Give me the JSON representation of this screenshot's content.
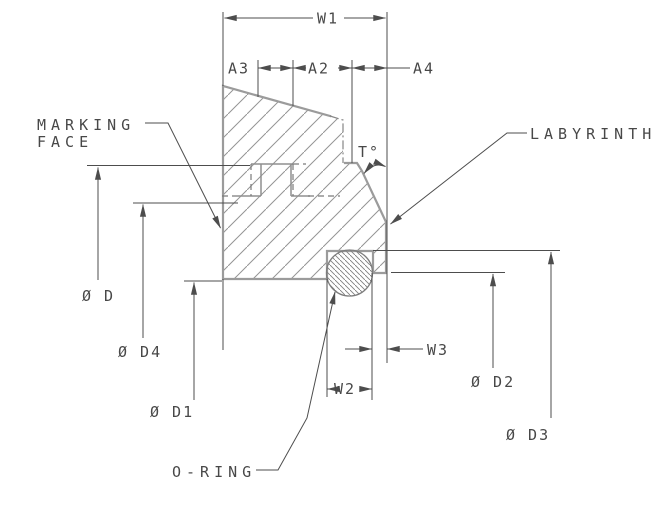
{
  "drawing": {
    "type": "engineering-cross-section",
    "subject": "labyrinth seal with o-ring",
    "colors": {
      "background": "#ffffff",
      "outline": "#9b9b9b",
      "dimension_lines": "#4d4d4d",
      "text": "#484848"
    },
    "labels": {
      "w1": "W1",
      "a3": "A3",
      "a2": "A2",
      "a4": "A4",
      "t_angle": "T°",
      "marking_face_line1": "MARKING",
      "marking_face_line2": "FACE",
      "labyrinth": "LABYRINTH",
      "o_ring": "O-RING",
      "dia_d": "Ø D",
      "dia_d4": "Ø D4",
      "dia_d1": "Ø D1",
      "dia_d2": "Ø D2",
      "dia_d3": "Ø D3",
      "w2": "W2",
      "w3": "W3"
    }
  }
}
